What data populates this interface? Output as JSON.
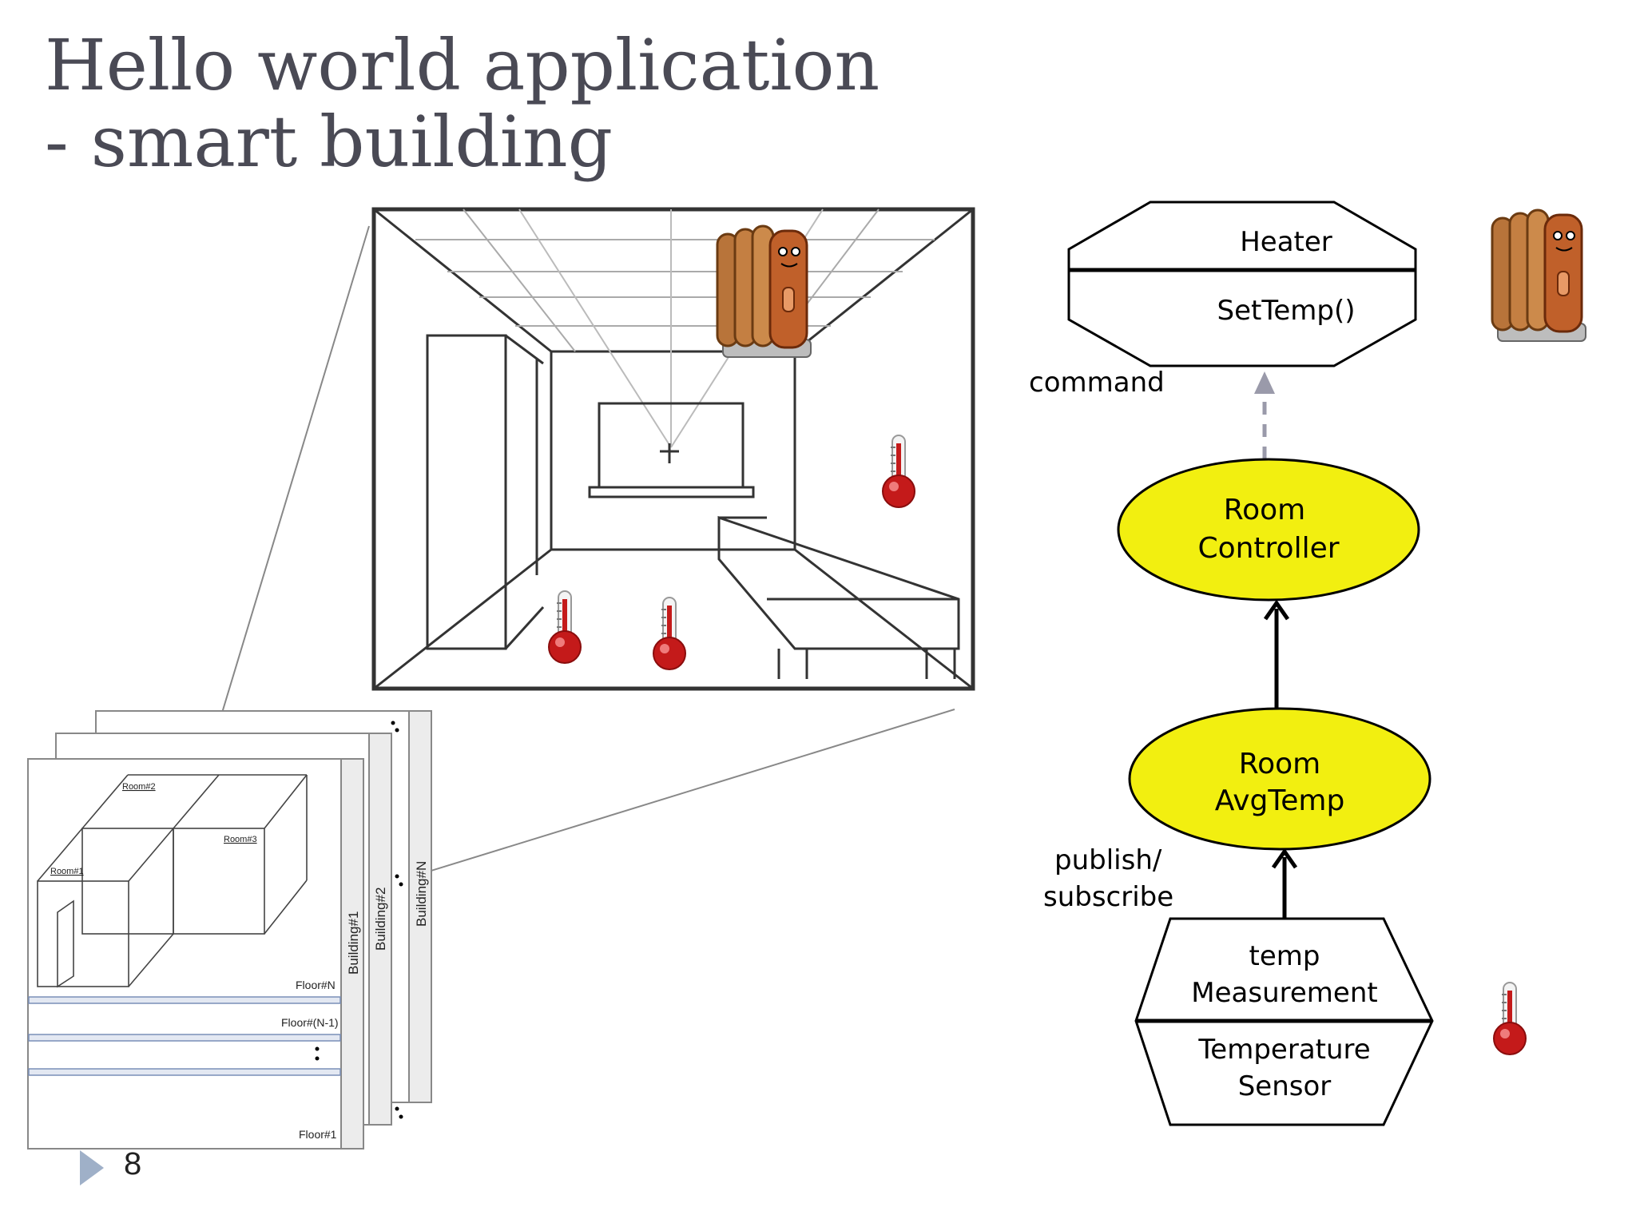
{
  "slide": {
    "title_line1": "Hello world application",
    "title_line2": "- smart building",
    "page_number": "8"
  },
  "diagram": {
    "heater": {
      "name": "Heater",
      "method": "SetTemp()"
    },
    "room_controller": {
      "line1": "Room",
      "line2": "Controller"
    },
    "room_avgtemp": {
      "line1": "Room",
      "line2": "AvgTemp"
    },
    "sensor": {
      "top_line1": "temp",
      "top_line2": "Measurement",
      "bottom_line1": "Temperature",
      "bottom_line2": "Sensor"
    },
    "edge_command": "command",
    "edge_pubsub_line1": "publish/",
    "edge_pubsub_line2": "subscribe",
    "node_fill_color": "#f2ef10"
  },
  "building": {
    "room1": "Room#1",
    "room2": "Room#2",
    "room3": "Room#3",
    "floor_n": "Floor#N",
    "floor_n_minus_1": "Floor#(N-1)",
    "floor_1": "Floor#1",
    "building1": "Building#1",
    "building2": "Building#2",
    "building_n": "Building#N"
  },
  "icons": {
    "heater": "heater-icon",
    "thermometer": "thermometer-icon"
  }
}
